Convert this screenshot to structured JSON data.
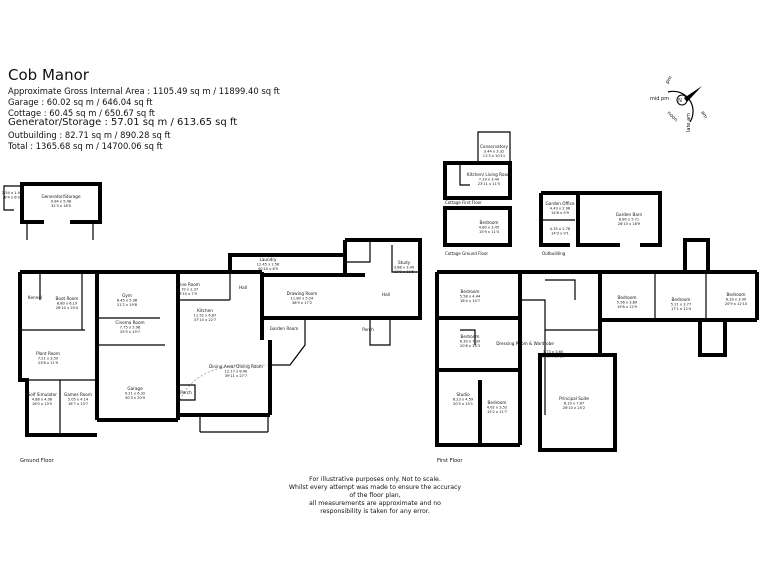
{
  "header": {
    "title": "Cob Manor",
    "areas": [
      "Approximate Gross Internal Area : 1105.49 sq m / 11899.40 sq ft",
      "Garage : 60.02 sq m / 646.04 sq ft",
      "Cottage : 60.45 sq m / 650.67 sq ft",
      "Generator/Storage : 57.01 sq m / 613.65 sq ft",
      "Outbuilding : 82.71 sq m / 890.28 sq ft",
      "Total : 1365.68 sq m / 14700.06 sq ft"
    ]
  },
  "compass": {
    "labels": [
      "pm",
      "mid pm",
      "noon",
      "late am",
      "am"
    ],
    "north": "N"
  },
  "floor_labels": {
    "ground": "Ground Floor",
    "first": "First Floor",
    "cottage_first": "Cottage First Floor",
    "cottage_ground": "Cottage Ground Floor",
    "outbuilding": "Outbuilding"
  },
  "rooms": [
    {
      "name": "Generator/Storage",
      "metric": "9.84 x 5.48",
      "imperial": "32'3 x 18'0"
    },
    {
      "name": "",
      "metric": "2.54 x 1.91",
      "imperial": "8'4 x 6'3"
    },
    {
      "name": "Kennel",
      "metric": "",
      "imperial": ""
    },
    {
      "name": "Boot Room",
      "metric": "8.80 x 6.19",
      "imperial": "28'10 x 20'4"
    },
    {
      "name": "Gym",
      "metric": "6.45 x 5.98",
      "imperial": "21'2 x 19'8"
    },
    {
      "name": "Cinema Room",
      "metric": "7.75 x 5.98",
      "imperial": "25'5 x 19'7"
    },
    {
      "name": "Plant Room",
      "metric": "7.21 x 3.59",
      "imperial": "23'8 x 11'9"
    },
    {
      "name": "Golf Simulator",
      "metric": "4.88 x 4.08",
      "imperial": "16'0 x 13'5"
    },
    {
      "name": "Games Room",
      "metric": "5.05 x 4.14",
      "imperial": "16'7 x 13'7"
    },
    {
      "name": "Garage",
      "metric": "9.21 x 6.32",
      "imperial": "30'3 x 20'9"
    },
    {
      "name": "Wine Room",
      "metric": "2.70 x 2.37",
      "imperial": "8'10 x 7'9"
    },
    {
      "name": "Kitchen",
      "metric": "11.52 x 6.87",
      "imperial": "37'10 x 22'7"
    },
    {
      "name": "Hall",
      "metric": "",
      "imperial": ""
    },
    {
      "name": "Laundry",
      "metric": "12.45 x 2.56",
      "imperial": "40'10 x 8'5"
    },
    {
      "name": "Drawing Room",
      "metric": "11.80 x 5.24",
      "imperial": "38'9 x 17'2"
    },
    {
      "name": "Garden Room",
      "metric": "",
      "imperial": ""
    },
    {
      "name": "Dining Area/ Dining Room",
      "metric": "12.17 x 8.40",
      "imperial": "39'11 x 27'7"
    },
    {
      "name": "Porch",
      "metric": "",
      "imperial": ""
    },
    {
      "name": "Porch",
      "metric": "",
      "imperial": ""
    },
    {
      "name": "Hall",
      "metric": "",
      "imperial": ""
    },
    {
      "name": "Study",
      "metric": "3.88 x 3.49",
      "imperial": "12'9 x 11'5"
    },
    {
      "name": "Conservatory",
      "metric": "3.44 x 3.32",
      "imperial": "11'3 x 10'11"
    },
    {
      "name": "Kitchen/ Living Room",
      "metric": "7.29 x 3.49",
      "imperial": "23'11 x 11'5"
    },
    {
      "name": "Bedroom",
      "metric": "4.80 x 3.45",
      "imperial": "15'9 x 11'4"
    },
    {
      "name": "Garden Office",
      "metric": "4.43 x 2.96",
      "imperial": "14'6 x 9'9"
    },
    {
      "name": "",
      "metric": "4.35 x 2.78",
      "imperial": "14'3 x 9'1"
    },
    {
      "name": "Garden Barn",
      "metric": "8.80 x 5.71",
      "imperial": "28'10 x 18'9"
    },
    {
      "name": "Bedroom",
      "metric": "5.58 x 4.44",
      "imperial": "18'4 x 14'7"
    },
    {
      "name": "Bedroom",
      "metric": "6.30 x 7.39",
      "imperial": "20'8 x 24'3"
    },
    {
      "name": "Dressing Room & Wardrobe",
      "metric": "",
      "imperial": ""
    },
    {
      "name": "Studio",
      "metric": "6.23 x 4.59",
      "imperial": "20'5 x 15'1"
    },
    {
      "name": "Bedroom",
      "metric": "4.62 x 3.52",
      "imperial": "15'2 x 11'7"
    },
    {
      "name": "",
      "metric": "3.73 x 3.60",
      "imperial": "12'3 x 11'10"
    },
    {
      "name": "Principal Suite",
      "metric": "8.19 x 7.67",
      "imperial": "26'10 x 25'2"
    },
    {
      "name": "Bedroom",
      "metric": "5.96 x 3.89",
      "imperial": "19'6 x 12'9"
    },
    {
      "name": "Bedroom",
      "metric": "5.21 x 3.77",
      "imperial": "17'1 x 12'4"
    },
    {
      "name": "Bedroom",
      "metric": "6.33 x 3.90",
      "imperial": "20'9 x 12'10"
    }
  ],
  "footer": {
    "lines": [
      "For illustrative purposes only. Not to scale.",
      "Whilst every attempt was made to ensure the accuracy of the floor plan,",
      "all measurements are approximate and no",
      "responsibility is taken for any error."
    ]
  }
}
